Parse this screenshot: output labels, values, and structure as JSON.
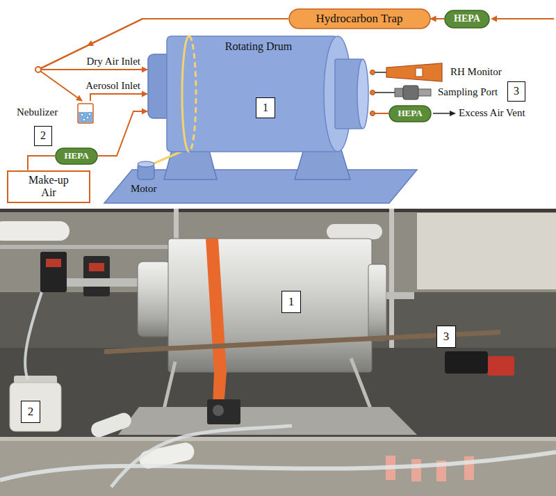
{
  "diagram": {
    "nodes": [
      {
        "text": [
          "Hydrocarbon Trap"
        ]
      },
      {
        "text": [
          "HEPA"
        ]
      },
      {
        "text": [
          "Rotating Drum"
        ]
      },
      {
        "text": [
          "1"
        ],
        "in": 2
      },
      {
        "text": [
          "Nebulizer"
        ]
      },
      {
        "text": [
          "2"
        ]
      },
      {
        "text": [
          "HEPA"
        ]
      },
      {
        "text": [
          "3"
        ]
      },
      {
        "text": [
          "HEPA"
        ]
      },
      {
        "text": [
          "Make-up Air"
        ]
      },
      {
        "text": [
          "1"
        ]
      },
      {
        "text": [
          "3"
        ]
      },
      {
        "text": [
          "2"
        ]
      }
    ],
    "edges": [
      {
        "from": 1,
        "to": 0,
        "arrow": "to"
      },
      {
        "from": 0,
        "to": 2,
        "label": "Dry Air Inlet",
        "arrow": "to"
      },
      {
        "from": 0,
        "to": 4,
        "arrow": "to"
      },
      {
        "from": 4,
        "to": 2,
        "label": "Aerosol Inlet",
        "arrow": "to"
      },
      {
        "from": 9,
        "to": 8,
        "arrow": "none"
      },
      {
        "from": 8,
        "to": 2,
        "arrow": "to"
      },
      {
        "from": 2,
        "to": 6,
        "arrow": "none"
      }
    ],
    "labels": [
      "Motor",
      "RH Monitor",
      "Sampling Port",
      "Excess Air Vent"
    ]
  }
}
